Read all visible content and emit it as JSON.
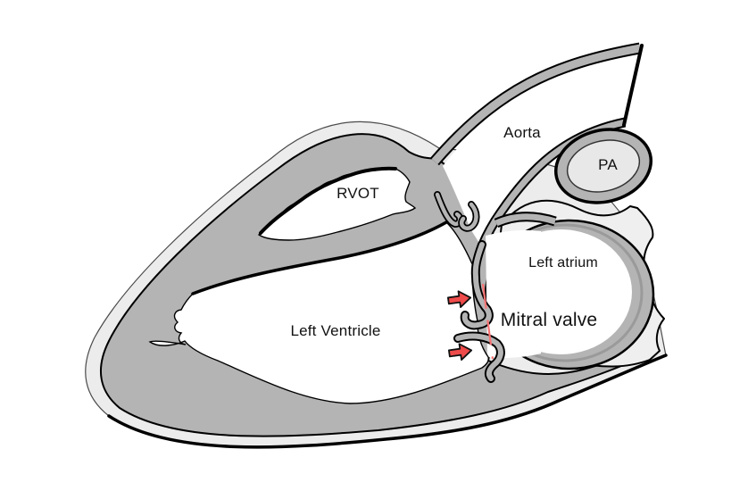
{
  "diagram": {
    "labels": {
      "rvot": "RVOT",
      "aorta": "Aorta",
      "pa": "PA",
      "left_atrium": "Left atrium",
      "mitral_valve": "Mitral valve",
      "left_ventricle": "Left Ventricle"
    },
    "annotations": {
      "arrow_icon": "red-block-arrow-right",
      "arrow_count": 2,
      "arrow_color": "#ef4b4b",
      "dashed_line_color": "#f87272"
    },
    "colors": {
      "myocardium_gray": "#b4b4b4",
      "pericardium_light_gray": "#ececec",
      "vessel_lumen_light_gray": "#e8e8e8",
      "outline_black": "#000000",
      "cavity_white": "#ffffff",
      "label_text": "#111111"
    }
  }
}
